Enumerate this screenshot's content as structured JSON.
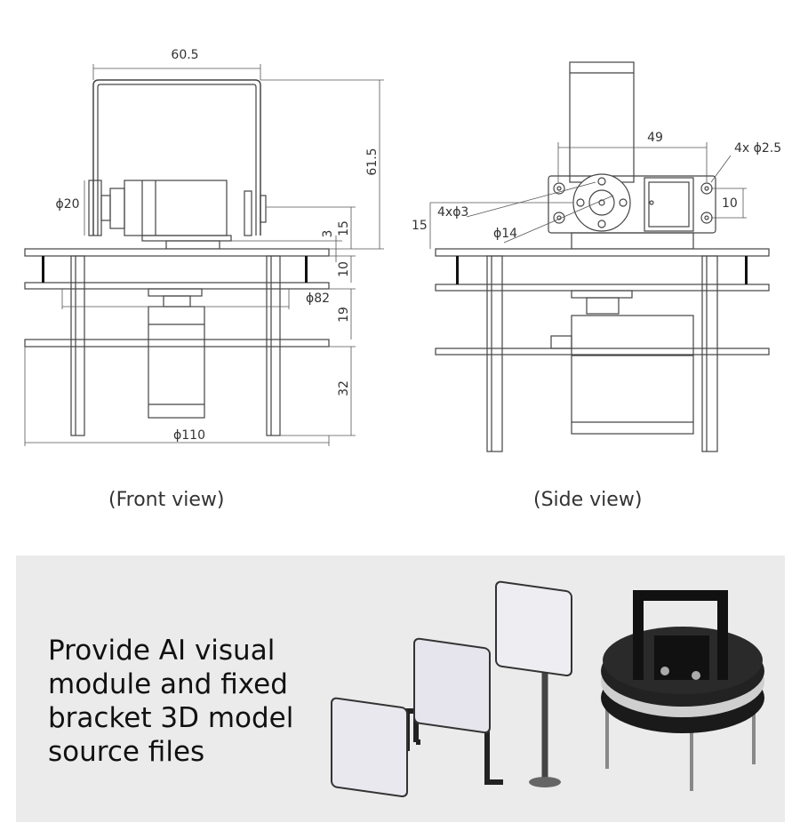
{
  "front_view": {
    "caption": "(Front view)",
    "dimensions": {
      "width_bracket": "60.5",
      "height_total": "61.5",
      "hub_diameter": "ϕ20",
      "axis_height": "15",
      "gap": "3",
      "plate_gap_1": "10",
      "inner_plate_diameter": "ϕ82",
      "plate_gap_2": "19",
      "leg_height": "32",
      "base_diameter": "ϕ110"
    }
  },
  "side_view": {
    "caption": "(Side view)",
    "dimensions": {
      "hole_spacing": "49",
      "mount_holes": "4x ϕ2.5",
      "hole_pitch": "10",
      "horn_holes": "4xϕ3",
      "horn_diameter": "ϕ14",
      "axis_height": "15"
    }
  },
  "promo": {
    "lines": [
      "Provide AI visual",
      "module and fixed",
      "bracket 3D model",
      "source files"
    ]
  },
  "colors": {
    "line": "#333333",
    "panel_bg": "#ebebeb"
  }
}
